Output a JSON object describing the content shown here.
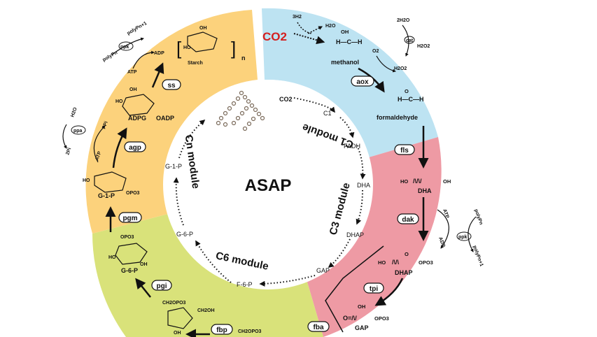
{
  "center": {
    "title": "ASAP"
  },
  "modules": {
    "c1": "C1 module",
    "c3": "C3 module",
    "c6": "C6 module",
    "cn": "Cn module"
  },
  "inner_cycle": {
    "co2": "CO2",
    "c1": "C1",
    "fadh": "FADH",
    "dha": "DHA",
    "dhap": "DHAP",
    "gap": "GAP",
    "f6p": "F-6-P",
    "g6p": "G-6-P",
    "g1p": "G-1-P"
  },
  "outer": {
    "co2_big": "CO2",
    "h2_in": "3H2",
    "h2o_out": "H2O",
    "methanol": "methanol",
    "formaldehyde": "formaldehyde",
    "h2o2_a": "2H2O",
    "cat": "cat",
    "o2_top": "H2O2",
    "o2": "O2",
    "h2o2": "H2O2",
    "dha": "DHA",
    "dhap": "DHAP",
    "gap": "GAP",
    "atp_r": "ATP",
    "adp_r": "ADP",
    "polyp_n_r": "polyPn",
    "polyp_n1_r": "polyPn+1",
    "ppk_r": "ppk",
    "g6p": "G-6-P",
    "g1p": "G-1-P",
    "adpg": "ADPG",
    "oadp": "OADP",
    "starch": "Starch",
    "starch_n": "n",
    "ppi": "PPi",
    "atp_l": "ATP",
    "h2o_l": "H2O",
    "twopi": "2Pi",
    "ppa": "ppa",
    "atp_top": "ATP",
    "adp_top": "ADP",
    "polyp_n_l": "polyPn",
    "polyp_n1_l": "polyPn+1",
    "ppk_l": "ppk",
    "opo3": "OPO3",
    "ch2opo3": "CH2OPO3",
    "ch2oh": "CH2OH",
    "oh": "OH",
    "ho": "HO"
  },
  "enzymes": {
    "aox": "aox",
    "fls": "fls",
    "dak": "dak",
    "tpi": "tpi",
    "fba": "fba",
    "fbp": "fbp",
    "pgi": "pgi",
    "pgm": "pgm",
    "agp": "agp",
    "ss": "ss"
  },
  "colors": {
    "c1_blue": "#bde3f2",
    "c3_pink": "#ee9aa4",
    "c6_green": "#d9e27a",
    "cn_orange": "#fcd27c",
    "co2_red": "#d42020"
  }
}
